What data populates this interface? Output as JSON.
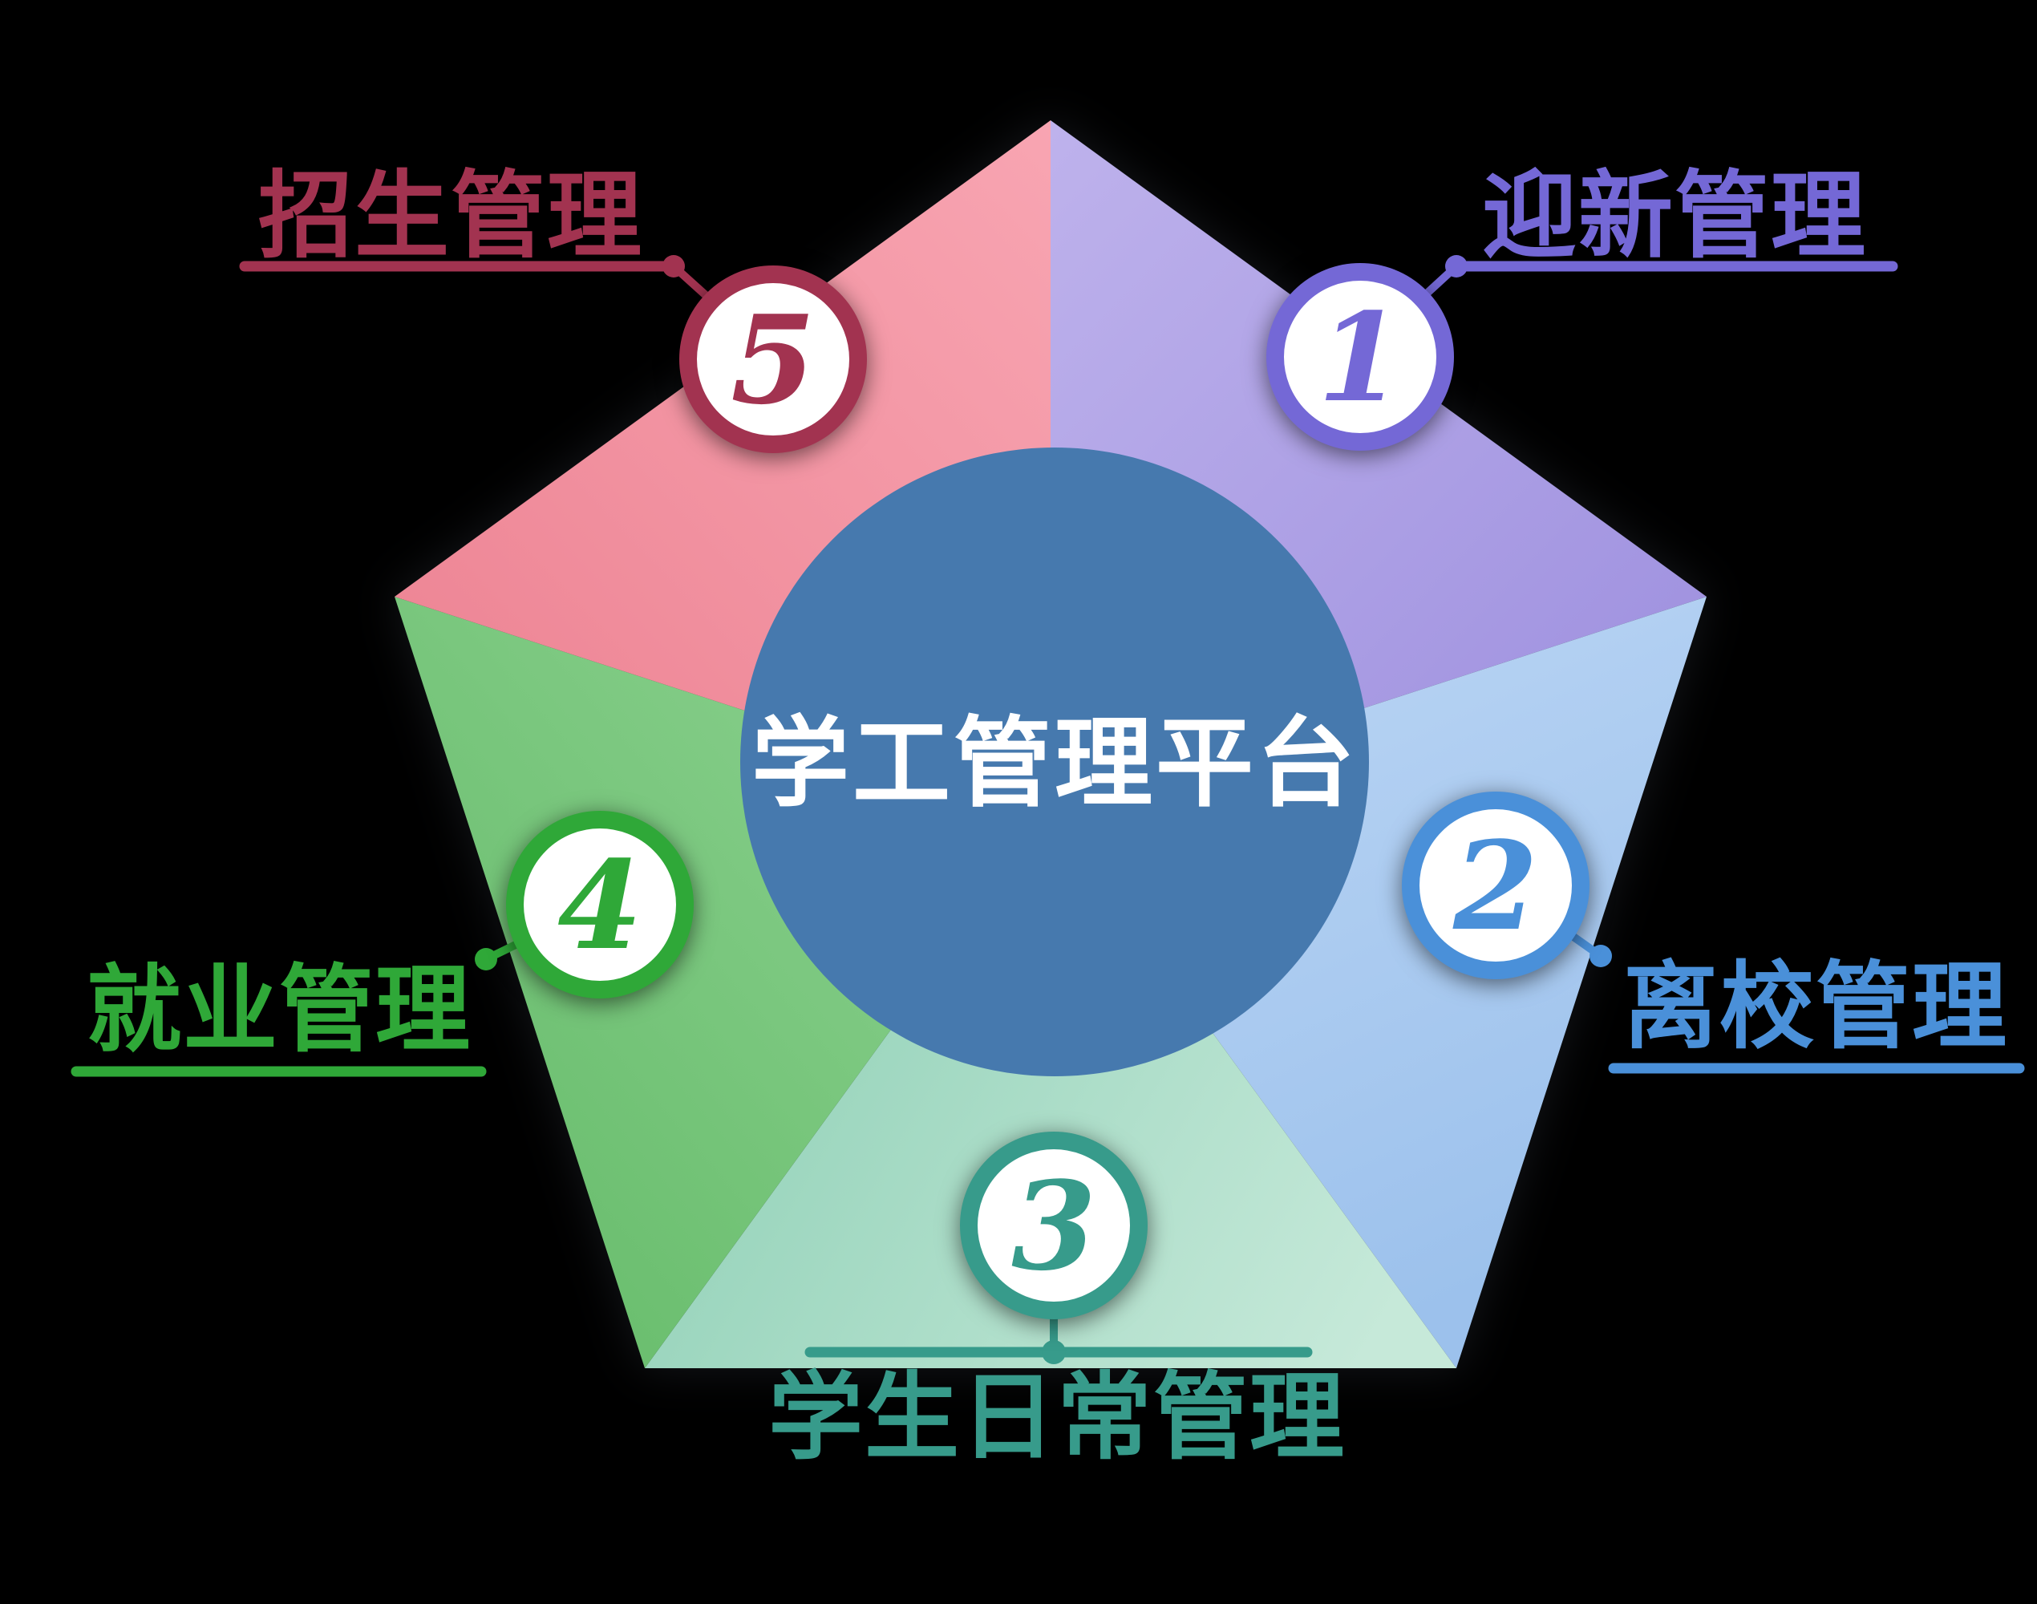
{
  "background_color": "#000000",
  "center": {
    "title": "学工管理平台",
    "fill": "#4679ae",
    "text_color": "#ffffff"
  },
  "items": [
    {
      "number": "1",
      "label": "迎新管理",
      "position": "top-right",
      "accent": "#7468d6",
      "segment_light": "#beb2ec",
      "segment_dark": "#9c8ede"
    },
    {
      "number": "2",
      "label": "离校管理",
      "position": "right",
      "accent": "#4a90d9",
      "segment_light": "#bdd7f5",
      "segment_dark": "#9cc1ec"
    },
    {
      "number": "3",
      "label": "学生日常管理",
      "position": "bottom",
      "accent": "#379b8b",
      "segment_light": "#c6e9d9",
      "segment_dark": "#8fd0b6"
    },
    {
      "number": "4",
      "label": "就业管理",
      "position": "left",
      "accent": "#2fa838",
      "segment_light": "#8fd393",
      "segment_dark": "#63ba67"
    },
    {
      "number": "5",
      "label": "招生管理",
      "position": "top-left",
      "accent": "#a23350",
      "segment_light": "#f8a5b2",
      "segment_dark": "#ec8191"
    }
  ]
}
